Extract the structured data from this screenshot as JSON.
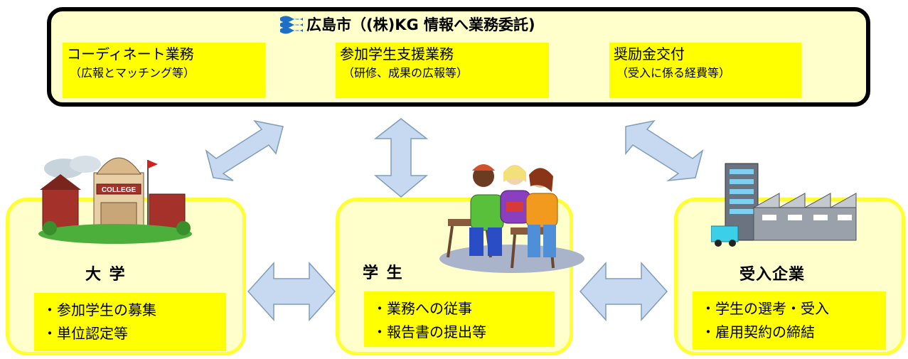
{
  "header": {
    "title": "広島市（(株)KG 情報へ業務委託)",
    "logo_icon": "wave-logo-icon",
    "services": [
      {
        "title": "コーディネート業務",
        "detail": "（広報とマッチング等）"
      },
      {
        "title": "参加学生支援業務",
        "detail": "（研修、成果の広報等）"
      },
      {
        "title": "奨励金交付",
        "detail": "（受入に係る経費等）"
      }
    ]
  },
  "university": {
    "title": "大 学",
    "illustration_icon": "college-building-icon",
    "illustration_sign": "COLLEGE",
    "items": [
      "・参加学生の募集",
      "・単位認定等"
    ]
  },
  "student": {
    "title": "学 生",
    "illustration_icon": "students-group-icon",
    "items": [
      "・業務への従事",
      "・報告書の提出等"
    ]
  },
  "company": {
    "title": "受入企業",
    "illustration_icon": "factory-icon",
    "items": [
      "・学生の選考・受入",
      "・雇用契約の締結"
    ]
  },
  "colors": {
    "box_fill": "#ffffcc",
    "highlight": "#ffff00",
    "panel_border": "#ffff33",
    "arrow_fill": "#c6d9f1",
    "arrow_stroke": "#7f9db9"
  }
}
